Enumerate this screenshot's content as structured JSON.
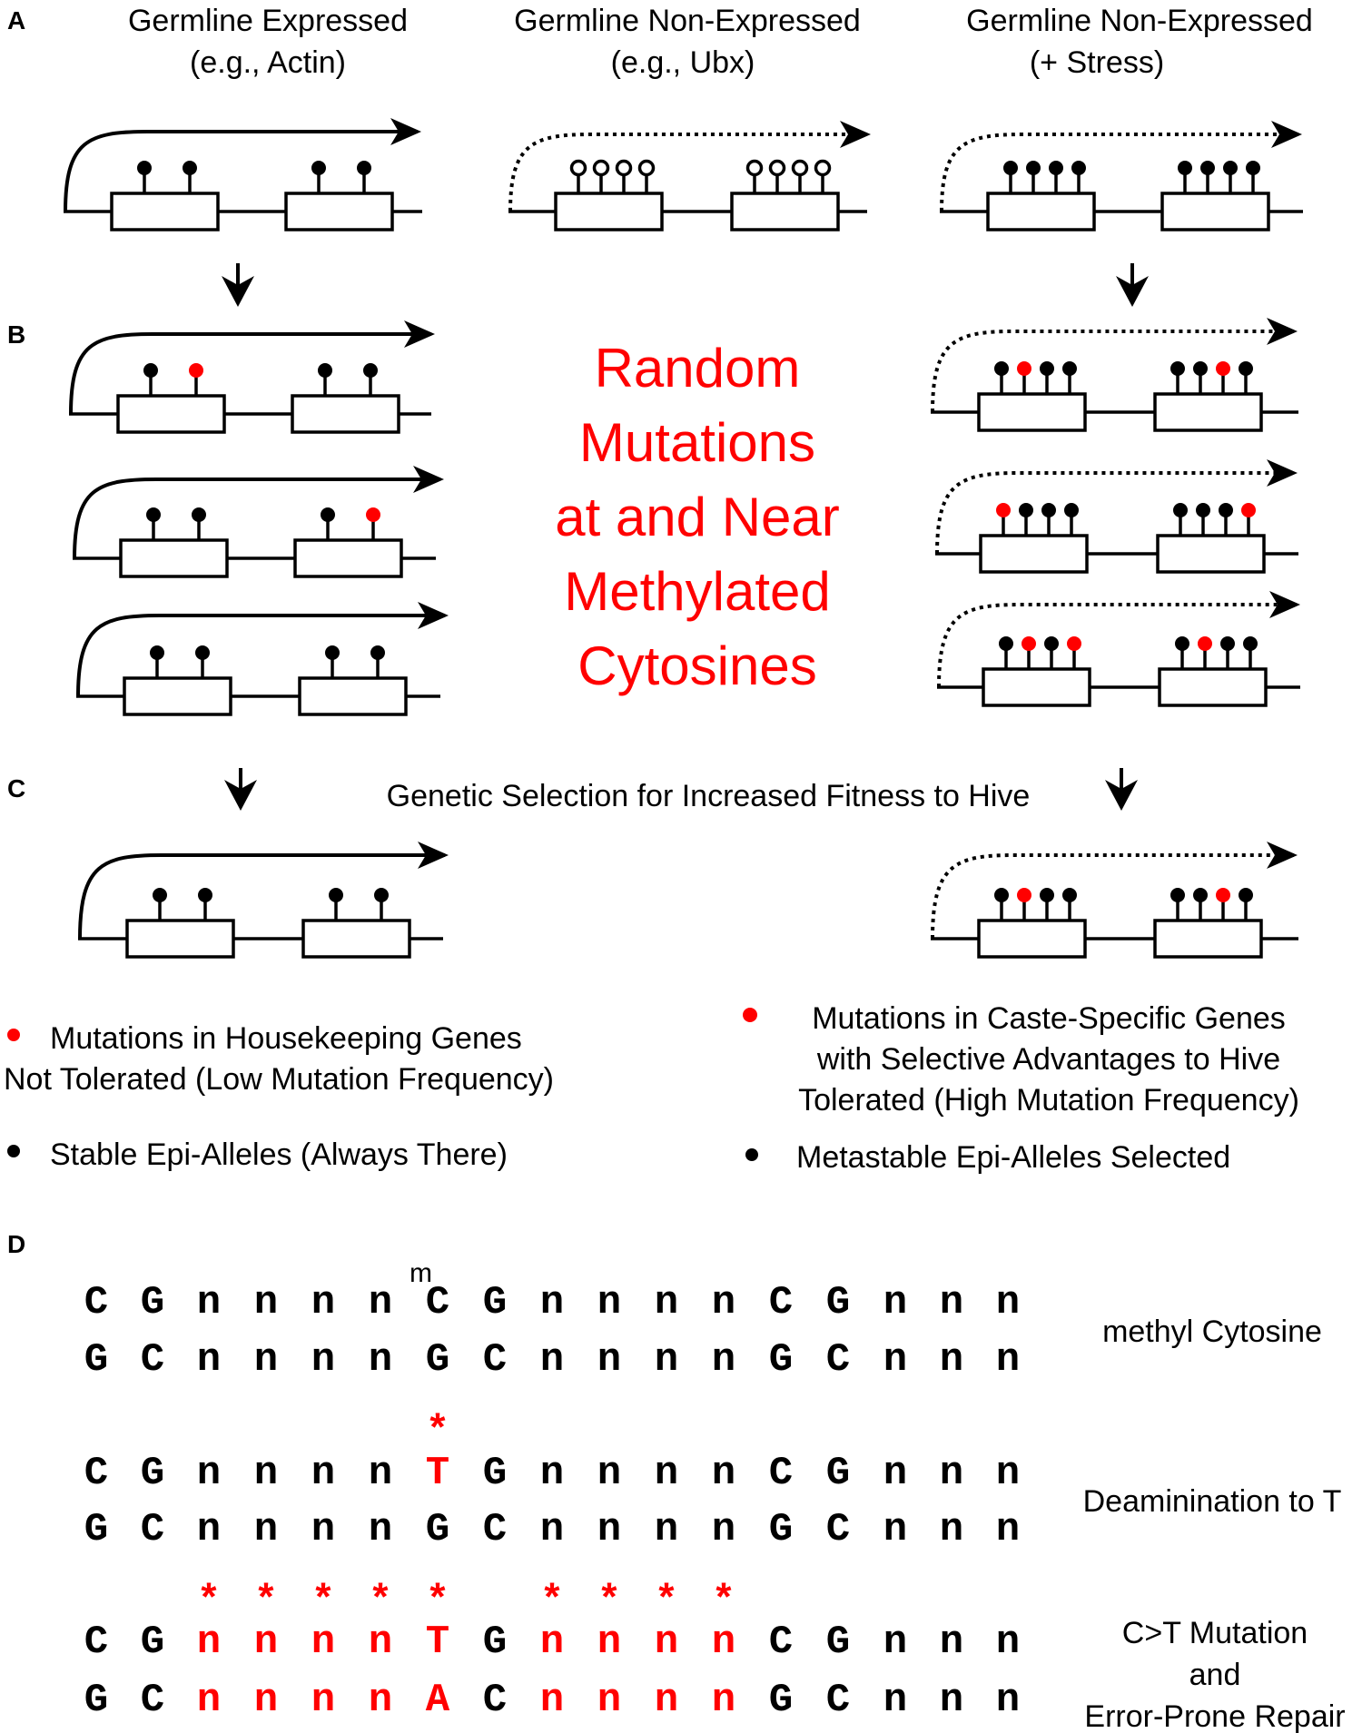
{
  "panel_a": {
    "label": "A",
    "col1": {
      "line1": "Germline Expressed",
      "line2": "(e.g., Actin)"
    },
    "col2": {
      "line1": "Germline Non-Expressed",
      "line2": "(e.g., Ubx)"
    },
    "col3": {
      "line1": "Germline Non-Expressed",
      "line2": "(+ Stress)"
    }
  },
  "panel_b": {
    "label": "B",
    "center": [
      "Random",
      "Mutations",
      "at and Near",
      "Methylated",
      "Cytosines"
    ]
  },
  "panel_c": {
    "label": "C",
    "selection": "Genetic Selection for Increased Fitness to Hive"
  },
  "legend": {
    "left_red": [
      "Mutations in Housekeeping Genes",
      "Not Tolerated (Low Mutation Frequency)"
    ],
    "left_black": "Stable Epi-Alleles (Always There)",
    "right_red": [
      "Mutations in Caste-Specific Genes",
      "with Selective Advantages to Hive",
      "Tolerated (High Mutation Frequency)"
    ],
    "right_black": "Metastable Epi-Alleles Selected"
  },
  "panel_d": {
    "label": "D",
    "superscript": "m",
    "star": "*",
    "rows": [
      {
        "top": [
          "C",
          "G",
          "n",
          "n",
          "n",
          "n",
          "C",
          "G",
          "n",
          "n",
          "n",
          "n",
          "C",
          "G",
          "n",
          "n",
          "n"
        ],
        "bottom": [
          "G",
          "C",
          "n",
          "n",
          "n",
          "n",
          "G",
          "C",
          "n",
          "n",
          "n",
          "n",
          "G",
          "C",
          "n",
          "n",
          "n"
        ],
        "top_red": [],
        "bottom_red": [],
        "stars": []
      },
      {
        "top": [
          "C",
          "G",
          "n",
          "n",
          "n",
          "n",
          "T",
          "G",
          "n",
          "n",
          "n",
          "n",
          "C",
          "G",
          "n",
          "n",
          "n"
        ],
        "bottom": [
          "G",
          "C",
          "n",
          "n",
          "n",
          "n",
          "G",
          "C",
          "n",
          "n",
          "n",
          "n",
          "G",
          "C",
          "n",
          "n",
          "n"
        ],
        "top_red": [
          6
        ],
        "bottom_red": [],
        "stars": [
          6
        ]
      },
      {
        "top": [
          "C",
          "G",
          "n",
          "n",
          "n",
          "n",
          "T",
          "G",
          "n",
          "n",
          "n",
          "n",
          "C",
          "G",
          "n",
          "n",
          "n"
        ],
        "bottom": [
          "G",
          "C",
          "n",
          "n",
          "n",
          "n",
          "A",
          "C",
          "n",
          "n",
          "n",
          "n",
          "G",
          "C",
          "n",
          "n",
          "n"
        ],
        "top_red": [
          2,
          3,
          4,
          5,
          6,
          8,
          9,
          10,
          11
        ],
        "bottom_red": [
          2,
          3,
          4,
          5,
          6,
          8,
          9,
          10,
          11
        ],
        "stars": [
          2,
          3,
          4,
          5,
          6,
          8,
          9,
          10,
          11
        ]
      }
    ],
    "row_labels": [
      [
        "methyl Cytosine"
      ],
      [
        "Deaminination to T"
      ],
      [
        "C>T Mutation",
        "and",
        "Error-Prone Repair"
      ]
    ]
  },
  "colors": {
    "mutation": "#ff0000",
    "methyl": "#000000"
  }
}
